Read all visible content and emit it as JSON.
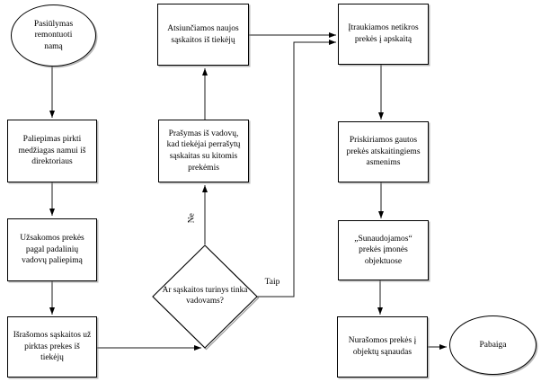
{
  "flowchart": {
    "nodes": {
      "start": {
        "label": "Pasiūlymas\nremontuoti\nnamą"
      },
      "order_from_director": {
        "label": "Paliepimas pirkti\nmedžiagas namui iš\ndirektoriaus"
      },
      "order_goods": {
        "label": "Užsakomos prekės\npagal padalinių\nvadovų paliepimą"
      },
      "invoices_issued": {
        "label": "Išrašomos sąskaitos už\npirktas prekes iš\ntiekėjų"
      },
      "new_invoices": {
        "label": "Atsiunčiamos naujos\nsąskaitos iš tiekėjų"
      },
      "rewrite_request": {
        "label": "Prašymas iš vadovų,\nkad tiekėjai perrašytų\nsąskaitas su kitomis\nprekėmis"
      },
      "decision": {
        "label": "Ar\nsąskaitos\nturinys\ntinka\nvadovams?"
      },
      "fake_goods": {
        "label": "Įtraukiamos netikros\nprekės į apskaitą"
      },
      "assign_goods": {
        "label": "Priskiriamos gautos\nprekės atskaitingiems\nasmenims"
      },
      "consume_goods": {
        "label": "„Sunaudojamos“\nprekės įmonės\nobjektuose"
      },
      "write_off": {
        "label": "Nurašomos prekės į\nobjektų sąnaudas"
      },
      "end": {
        "label": "Pabaiga"
      }
    },
    "edge_labels": {
      "no": "Ne",
      "yes": "Taip"
    },
    "colors": {
      "stroke": "#000000",
      "background": "#ffffff"
    }
  }
}
